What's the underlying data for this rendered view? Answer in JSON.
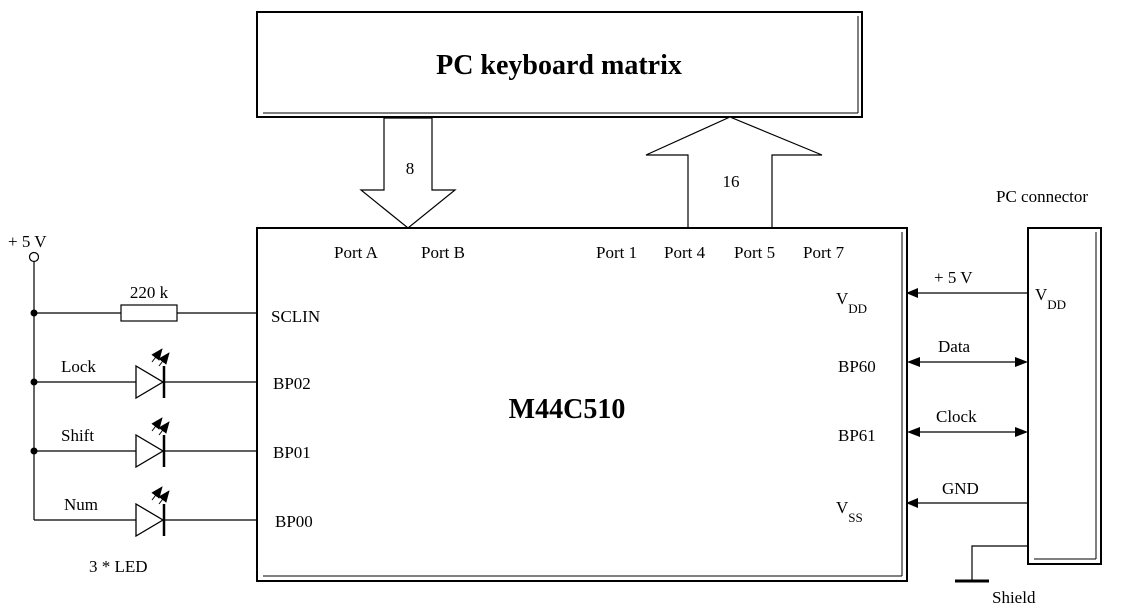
{
  "title_block": {
    "label": "PC keyboard matrix"
  },
  "chip": {
    "name": "M44C510",
    "ports_top": [
      "Port A",
      "Port B",
      "Port 1",
      "Port 4",
      "Port 5",
      "Port 7"
    ],
    "pins_left": [
      "SCLIN",
      "BP02",
      "BP01",
      "BP00"
    ],
    "pins_right": {
      "vdd": {
        "main": "V",
        "sub": "DD"
      },
      "bp60": "BP60",
      "bp61": "BP61",
      "vss": {
        "main": "V",
        "sub": "SS"
      }
    }
  },
  "buses": {
    "input_width": "8",
    "output_width": "16"
  },
  "left_circuit": {
    "supply": "+ 5 V",
    "resistor": "220 k",
    "leds": [
      "Lock",
      "Shift",
      "Num"
    ],
    "led_caption": "3 * LED"
  },
  "connector": {
    "title": "PC connector",
    "vdd": {
      "main": "V",
      "sub": "DD"
    },
    "signals": [
      "+ 5 V",
      "Data",
      "Clock",
      "GND"
    ],
    "shield": "Shield"
  }
}
